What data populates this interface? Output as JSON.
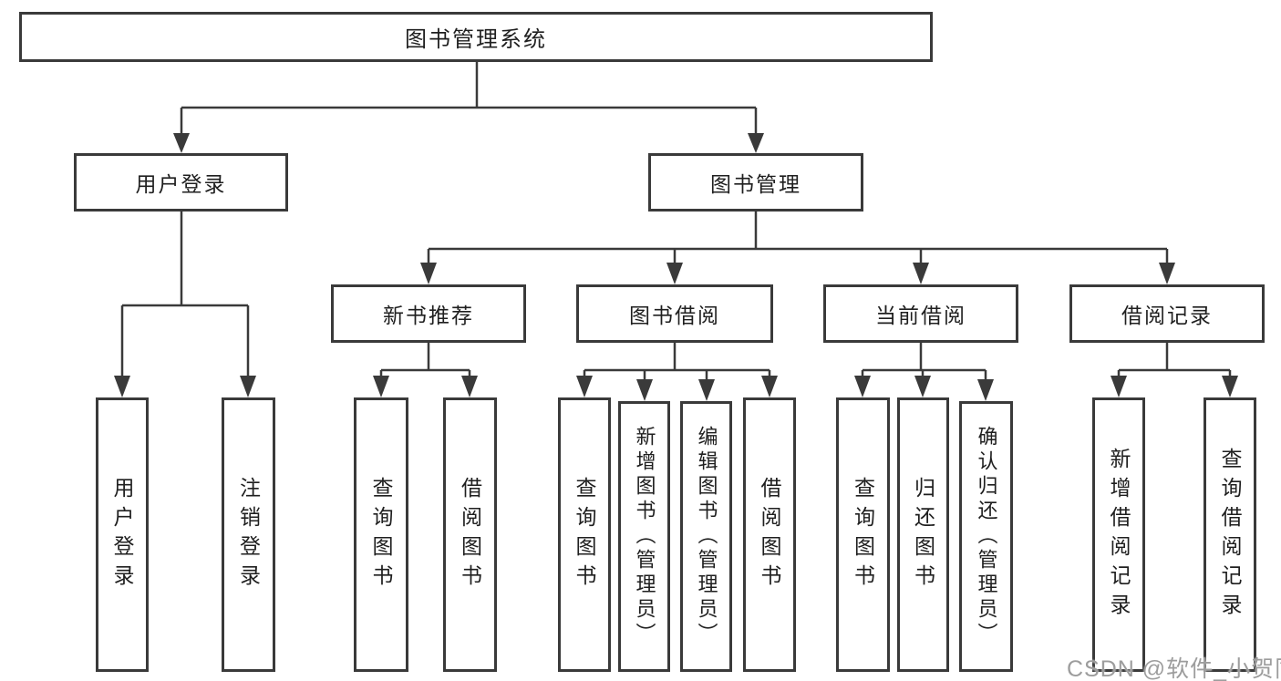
{
  "title": "图书管理系统",
  "watermark": "CSDN @软件_小贺同学",
  "colors": {
    "line": "#3a3a3a",
    "box_border": "#3a3a3a",
    "background": "#ffffff",
    "text": "#1f1f1f",
    "watermark": "#9d9d9d"
  },
  "tree": {
    "root": "图书管理系统",
    "branches": [
      {
        "label": "用户登录",
        "children": [
          {
            "label": "用户登录"
          },
          {
            "label": "注销登录"
          }
        ]
      },
      {
        "label": "图书管理",
        "groups": [
          {
            "label": "新书推荐",
            "children": [
              {
                "label": "查询图书"
              },
              {
                "label": "借阅图书"
              }
            ]
          },
          {
            "label": "图书借阅",
            "children": [
              {
                "label": "查询图书"
              },
              {
                "label": "新增图书（管理员）"
              },
              {
                "label": "编辑图书（管理员）"
              },
              {
                "label": "借阅图书"
              }
            ]
          },
          {
            "label": "当前借阅",
            "children": [
              {
                "label": "查询图书"
              },
              {
                "label": "归还图书"
              },
              {
                "label": "确认归还（管理员）"
              }
            ]
          },
          {
            "label": "借阅记录",
            "children": [
              {
                "label": "新增借阅记录"
              },
              {
                "label": "查询借阅记录"
              }
            ]
          }
        ]
      }
    ]
  }
}
